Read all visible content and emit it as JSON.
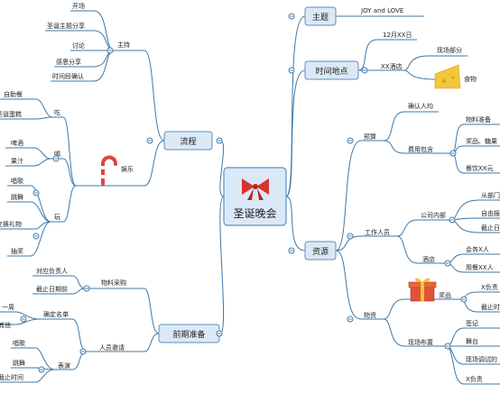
{
  "center": {
    "title": "圣诞晚会"
  },
  "right": {
    "theme": {
      "label": "主题",
      "value": "JOY and LOVE"
    },
    "time_place": {
      "label": "时间地点",
      "date": "12月XX日",
      "hotel": "XX酒店",
      "venue": "现场部分",
      "food": "食物"
    },
    "resources": {
      "label": "资源",
      "budget": {
        "label": "预算",
        "confirm_people": "确认人均",
        "cost_includes": "费用包含",
        "items": [
          "物料准备",
          "奖品、糖果",
          "餐饮XX元"
        ]
      },
      "staff": {
        "label": "工作人员",
        "company": "公司内部",
        "company_items": [
          "从部门",
          "自由报",
          "截止日"
        ],
        "hotel": "酒店",
        "hotel_items": [
          "会务X人",
          "用餐XX人"
        ]
      },
      "materials": {
        "label": "物资",
        "prizes": "奖品",
        "prize_items": [
          "X负责",
          "截止时"
        ],
        "layout": "现场布置",
        "layout_items": [
          "签记",
          "舞台",
          "现场调试的",
          "X负责"
        ]
      }
    }
  },
  "left": {
    "process": {
      "label": "流程",
      "host": "主持",
      "host_items": [
        "开场",
        "圣诞主题分享",
        "讨论",
        "感恩分享",
        "时间段确认"
      ],
      "entertainment": "娱乐",
      "eat": "吃",
      "eat_items": [
        "自助餐",
        "圣诞蛋糕"
      ],
      "drink": "喝",
      "drink_items": [
        "啤酒",
        "果汁"
      ],
      "play": "玩",
      "play_items": [
        "唱歌",
        "跳舞",
        "交换礼物",
        "抽奖"
      ]
    },
    "prep": {
      "label": "前期准备",
      "procurement": "物料采购",
      "procurement_items": [
        "对应负责人",
        "截止日期前"
      ],
      "invite": "人员邀请",
      "list": "确定名单",
      "list_items": [
        "一周",
        "其他"
      ],
      "perform": "表演",
      "perform_items": [
        "唱歌",
        "跳舞",
        "截止时间"
      ]
    }
  },
  "colors": {
    "line": "#3d78a8",
    "box_fill": "#dbe9f6",
    "box_stroke": "#5b8fc0"
  }
}
